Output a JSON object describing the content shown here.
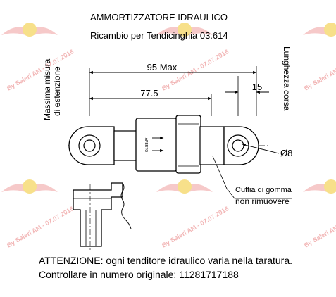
{
  "title": "AMMORTIZZATORE IDRAULICO",
  "subtitle": "Ricambio per Tendicinghia 03.614",
  "dimensions": {
    "max_length": "95 Max",
    "center_length": "77.5",
    "stroke": "15",
    "diameter": "Ø8"
  },
  "side_labels": {
    "left_line1": "Massima misura",
    "left_line2": "di estenzione",
    "right": "Lunghezza corsa"
  },
  "body_text": "APERTO",
  "callout": {
    "line1": "Cuffia di gomma",
    "line2": "non rimuovere"
  },
  "notes": {
    "line1": "ATTENZIONE: ogni tenditore idraulico varia nella taratura.",
    "line2": "Controllare in numero originale: 11281717188"
  },
  "watermark": {
    "text": "By Saleri AM - 07.07.2016",
    "color": "#e53935",
    "accent": "#ffd54f"
  }
}
